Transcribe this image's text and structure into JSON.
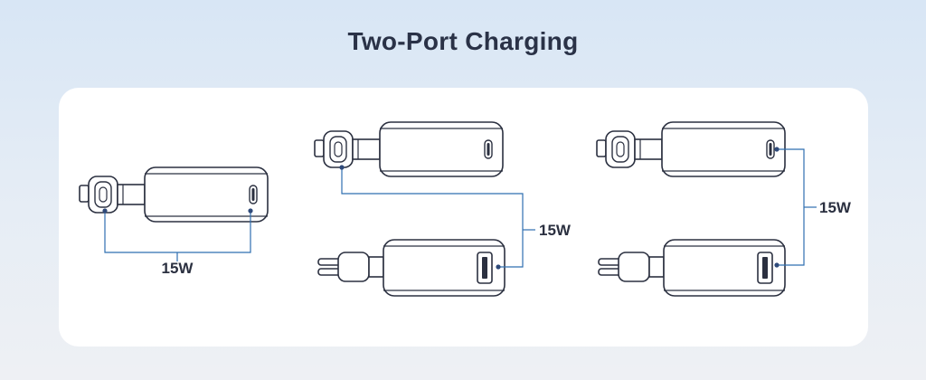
{
  "title": "Two-Port Charging",
  "configs": [
    {
      "id": "single-device",
      "label": "15W"
    },
    {
      "id": "two-devices-a",
      "label": "15W"
    },
    {
      "id": "two-devices-b",
      "label": "15W"
    }
  ],
  "colors": {
    "background_top": "#d8e6f5",
    "card": "#ffffff",
    "stroke": "#2b3040",
    "connector": "#2f6fb0",
    "title": "#2a3247"
  }
}
